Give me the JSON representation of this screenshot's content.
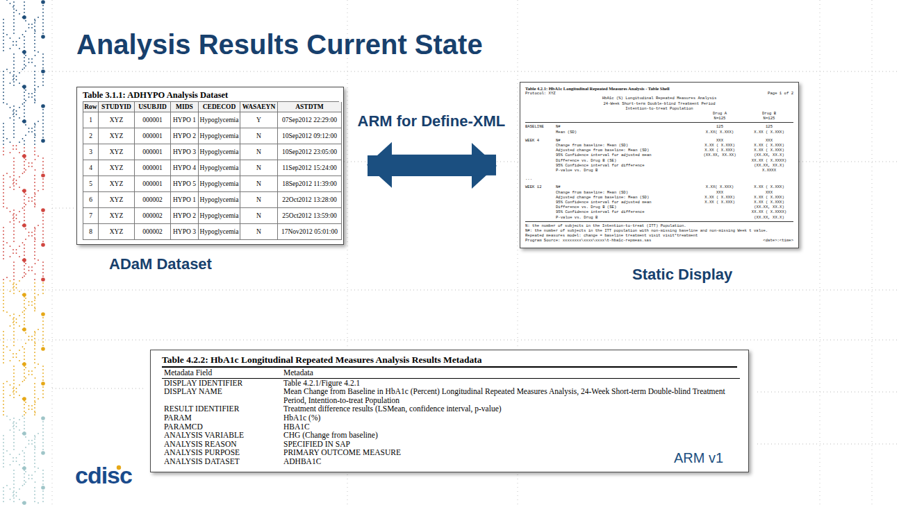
{
  "diagram": {
    "title": "Analysis Results Current State",
    "nodes": [
      {
        "text": [
          "Table 3.1.1: ADHYPO Analysis Dataset",
          "Row",
          "STUDYID",
          "USUBJID",
          "MIDS",
          "CEDECOD",
          "WASAEYN",
          "ASTDTM",
          "1",
          "XYZ",
          "000001",
          "HYPO 1",
          "Hypoglycemia",
          "Y",
          "07Sep2012 22:29:00",
          "2",
          "XYZ",
          "000001",
          "HYPO 2",
          "Hypoglycemia",
          "N",
          "10Sep2012 09:12:00",
          "3",
          "XYZ",
          "000001",
          "HYPO 3",
          "Hypoglycemia",
          "N",
          "10Sep2012 23:05:00",
          "4",
          "XYZ",
          "000001",
          "HYPO 4",
          "Hypoglycemia",
          "N",
          "11Sep2012 15:24:00",
          "5",
          "XYZ",
          "000001",
          "HYPO 5",
          "Hypoglycemia",
          "N",
          "18Sep2012 11:39:00",
          "6",
          "XYZ",
          "000002",
          "HYPO 1",
          "Hypoglycemia",
          "N",
          "22Oct2012 13:28:00",
          "7",
          "XYZ",
          "000002",
          "HYPO 2",
          "Hypoglycemia",
          "N",
          "25Oct2012 13:59:00",
          "8",
          "XYZ",
          "000002",
          "HYPO 3",
          "Hypoglycemia",
          "N",
          "17Nov2012 05:01:00"
        ]
      },
      {
        "text": [
          "Table 4.2.1: HbA1c Longitudinal Repeated Measures Analysis - Table Shell",
          "Protocol: XYZ",
          "Page 1 of 2",
          "HbA1c (%) Longitudinal Repeated Measures Analysis",
          "24-Week Short-term Double-blind Treatment Period",
          "Intention-to-treat Population",
          "Drug A",
          "Drug B",
          "N=125",
          "N=125",
          "BASELINE",
          "N#",
          "125",
          "125",
          "Mean (SD)",
          "X.XX( X.XXX)",
          "X.XX ( X.XXX)",
          "WEEK 4",
          "N#",
          "XXX",
          "XXX",
          "Change from baseline: Mean (SD)",
          "X.XX ( X.XXX)",
          "X.XX ( X.XXX)",
          "Adjusted change from baseline: Mean (SD)",
          "X.XX ( X.XXX)",
          "X.XX ( X.XXX)",
          "95% Confidence interval for adjusted mean",
          "(XX.XX, XX.XX)",
          "(XX.XX, XX.X)",
          "Difference vs. Drug B (SE)",
          "XX.XX ( X.XXXX)",
          "95% Confidence interval for difference",
          "(XX.XX, XX.X)",
          "P-value vs. Drug B",
          "X.XXXX",
          "...",
          "WEEK 12",
          "N#",
          "X.XX( X.XXX)",
          "X.XX ( X.XXX)",
          "Change from baseline: Mean (SD)",
          "XXX",
          "XXX",
          "Adjusted change from baseline: Mean (SD)",
          "X.XX ( X.XXX)",
          "X.XX ( X.XXX)",
          "95% Confidence interval for adjusted mean",
          "X.XX ( X.XXX)",
          "X.XX ( X.XXX)",
          "Difference vs. Drug B (SE)",
          "(XX.XX, XX.X)",
          "95% Confidence interval for difference",
          "XX.XX ( X.XXXX)",
          "P-value vs. Drug B",
          "(XX.XX, XX.X)",
          "N: the number of subjects in the Intention-to-treat (ITT) Population.",
          "N#: the number of subjects in the ITT population with non-missing baseline and non-missing Week t value.",
          "Repeated measures model: change = baseline treatment visit visit*treatment",
          "Program Source: xxxxxxxx\\xxxx\\xxxx\\t-hba1c-repmeas.sas",
          "<date>:<time>"
        ]
      },
      {
        "text": [
          "Table 4.2.2: HbA1c Longitudinal Repeated Measures Analysis Results Metadata",
          "Metadata Field",
          "Metadata",
          "DISPLAY IDENTIFIER",
          "Table 4.2.1/Figure 4.2.1",
          "DISPLAY NAME",
          "Mean Change from Baseline in HbA1c (Percent) Longitudinal Repeated Measures Analysis, 24-Week Short-term Double-blind Treatment Period, Intention-to-treat Population",
          "RESULT IDENTIFIER",
          "Treatment difference results (LSMean, confidence interval, p-value)",
          "PARAM",
          "HbA1c (%)",
          "PARAMCD",
          "HBA1C",
          "ANALYSIS VARIABLE",
          "CHG (Change from baseline)",
          "ANALYSIS REASON",
          "SPECIFIED IN SAP",
          "ANALYSIS PURPOSE",
          "PRIMARY OUTCOME MEASURE",
          "ANALYSIS DATASET",
          "ADHBA1C",
          "ARM v1"
        ]
      }
    ],
    "edges": [
      {
        "from": 0,
        "to": 1,
        "arrow": "to"
      },
      {
        "from": 1,
        "to": 0,
        "label": "ARM for Define-XML",
        "arrow": "to"
      }
    ],
    "labels": [
      "ADaM Dataset",
      "Static Display",
      "cdisc"
    ]
  }
}
